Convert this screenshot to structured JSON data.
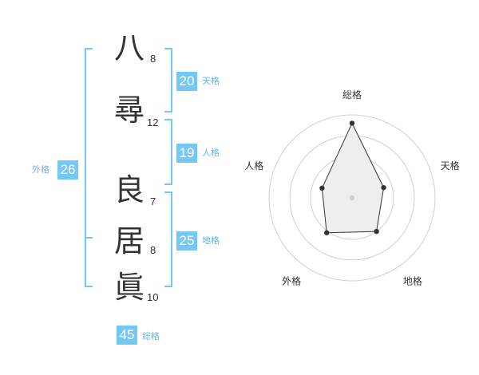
{
  "name": {
    "characters": [
      {
        "char": "八",
        "strokes": "8"
      },
      {
        "char": "尋",
        "strokes": "12"
      },
      {
        "char": "良",
        "strokes": "7"
      },
      {
        "char": "居",
        "strokes": "8"
      },
      {
        "char": "眞",
        "strokes": "10"
      }
    ]
  },
  "fortunes": {
    "tenkaku": {
      "value": "20",
      "label": "天格"
    },
    "jinkaku": {
      "value": "19",
      "label": "人格"
    },
    "chikaku": {
      "value": "25",
      "label": "地格"
    },
    "gaikaku": {
      "value": "26",
      "label": "外格"
    },
    "soukaku": {
      "value": "45",
      "label": "総格"
    }
  },
  "colors": {
    "accent": "#74c8f4",
    "label": "#6ab6e2",
    "text": "#333333",
    "radar_grid": "#d0d0d0",
    "radar_fill": "#eeeeee"
  },
  "chart_data": {
    "type": "radar",
    "axes": [
      "総格",
      "天格",
      "地格",
      "外格",
      "人格"
    ],
    "values": [
      45,
      20,
      25,
      26,
      19
    ],
    "rings": 4,
    "grid": true
  }
}
